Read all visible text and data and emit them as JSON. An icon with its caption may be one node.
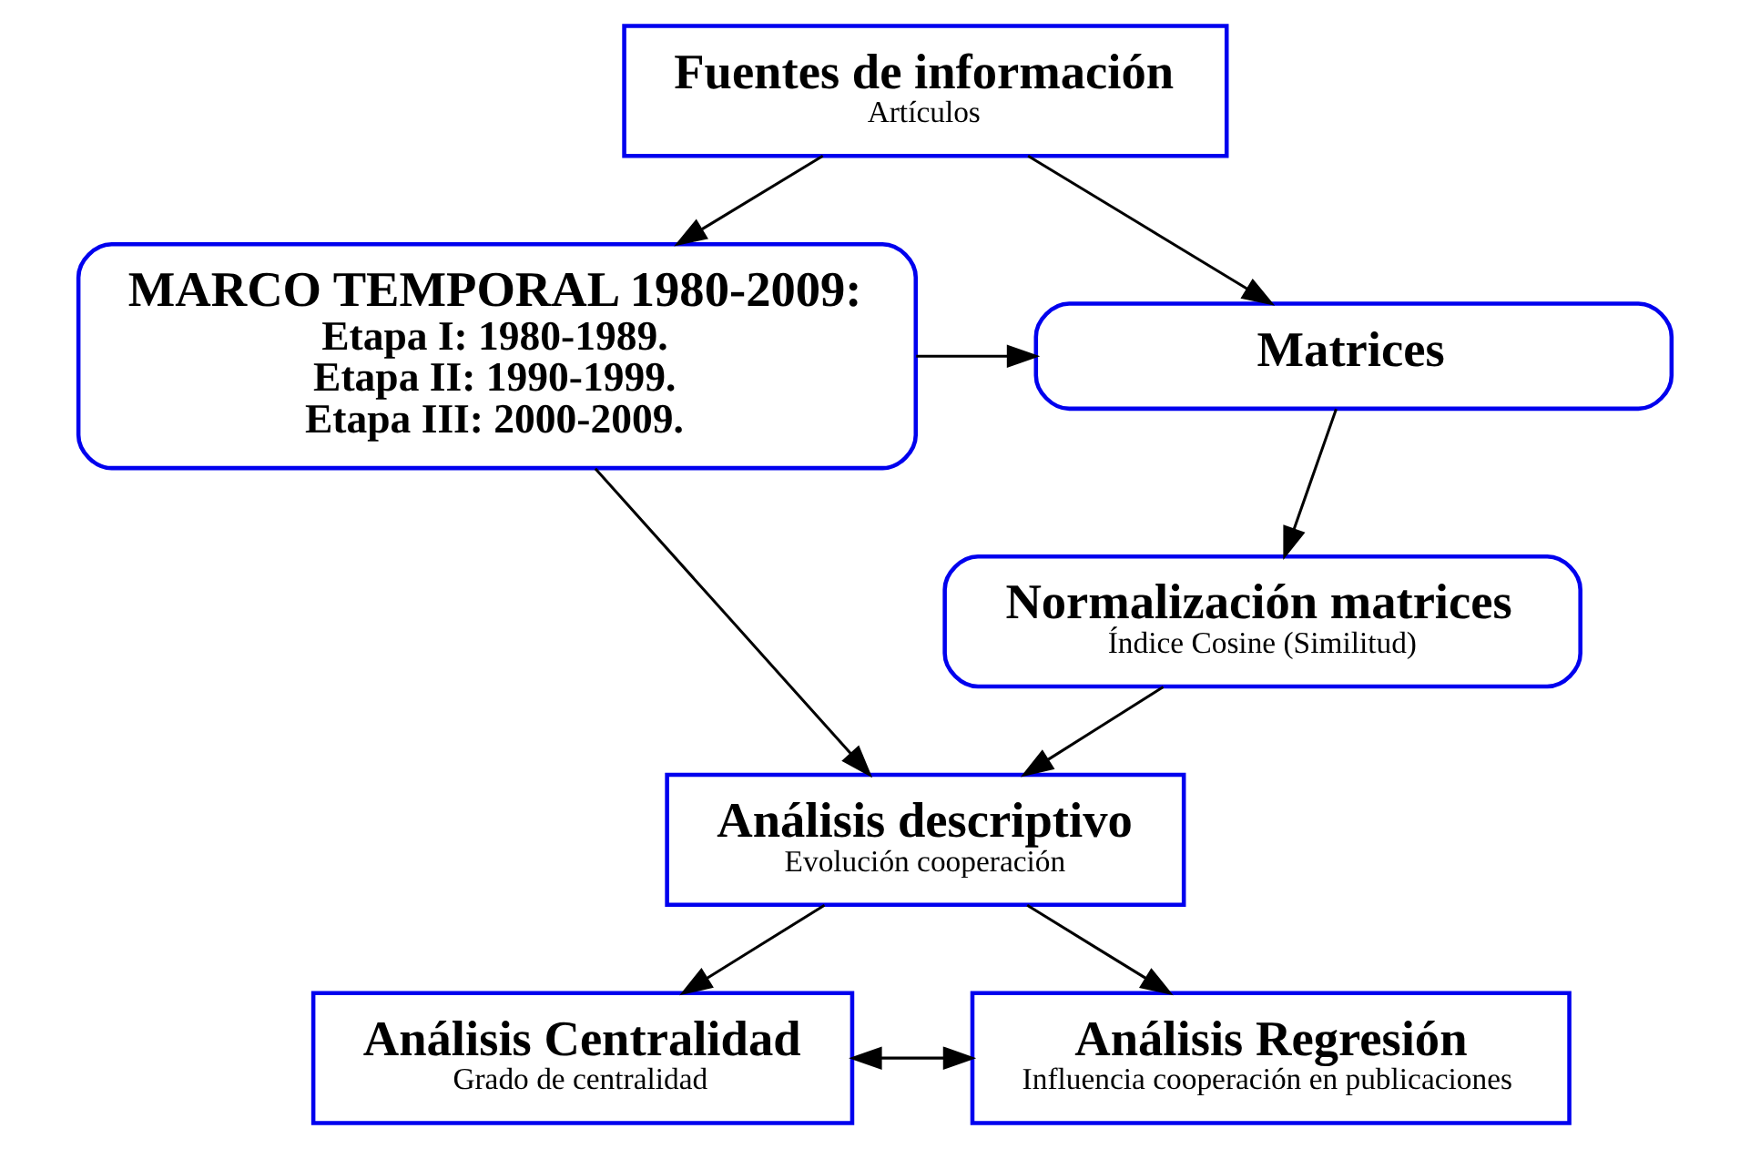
{
  "diagram": {
    "nodes": [
      {
        "text": [
          "Fuentes de información",
          "Artículos"
        ]
      },
      {
        "text": [
          "MARCO TEMPORAL 1980-2009:",
          "Etapa I: 1980-1989.",
          "Etapa II: 1990-1999.",
          "Etapa III: 2000-2009."
        ]
      },
      {
        "text": [
          "Matrices"
        ]
      },
      {
        "text": [
          "Normalización matrices",
          "Índice Cosine (Similitud)"
        ]
      },
      {
        "text": [
          "Análisis descriptivo",
          "Evolución cooperación"
        ]
      },
      {
        "text": [
          "Análisis Centralidad",
          "Grado de centralidad"
        ]
      },
      {
        "text": [
          "Análisis Regresión",
          "Influencia cooperación en publicaciones"
        ]
      }
    ],
    "edges": [
      {
        "from": 0,
        "to": 1,
        "arrow": "to"
      },
      {
        "from": 0,
        "to": 2,
        "arrow": "to"
      },
      {
        "from": 1,
        "to": 2,
        "arrow": "to"
      },
      {
        "from": 2,
        "to": 3,
        "arrow": "to"
      },
      {
        "from": 3,
        "to": 4,
        "arrow": "to"
      },
      {
        "from": 1,
        "to": 4,
        "arrow": "to"
      },
      {
        "from": 4,
        "to": 5,
        "arrow": "to"
      },
      {
        "from": 4,
        "to": 6,
        "arrow": "to"
      },
      {
        "from": 5,
        "to": 6,
        "arrow": "both"
      }
    ]
  }
}
